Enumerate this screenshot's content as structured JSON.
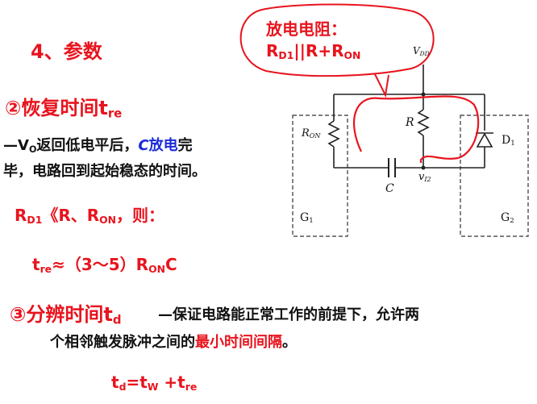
{
  "heading": "4、参数",
  "callout": {
    "line1": "放电电阻：",
    "line2_a": "R",
    "line2_sub1": "D1",
    "line2_b": "||R+R",
    "line2_sub2": "ON"
  },
  "recovery": {
    "title_a": "②恢复时间",
    "title_t": "t",
    "title_sub": "re",
    "desc1_a": "—V",
    "desc1_sub": "O",
    "desc1_b": "返回低电平后，",
    "desc1_c": "C",
    "desc1_d": "放电",
    "desc1_e": "完",
    "desc2": "毕，电路回到起始稳态的时间。",
    "cond_a": "R",
    "cond_sub1": "D1",
    "cond_b": "《R、R",
    "cond_sub2": "ON",
    "cond_c": "，则：",
    "formula_a": "t",
    "formula_sub1": "re",
    "formula_b": "≈（3～5）R",
    "formula_sub2": "ON",
    "formula_c": "C"
  },
  "resolution": {
    "title_a": "③分辨时间",
    "title_t": "t",
    "title_sub": "d",
    "desc1": "—保证电路能正常工作的前提下，允许两",
    "desc2_a": "个相邻触发脉冲之间的",
    "desc2_b": "最小时间间隔",
    "desc2_c": "。",
    "formula_a": "t",
    "formula_sub1": "d",
    "formula_b": "=t",
    "formula_sub2": "W",
    "formula_c": " +t",
    "formula_sub3": "re"
  },
  "circuit": {
    "vdd": "V",
    "vdd_sub": "DD",
    "ron": "R",
    "ron_sub": "ON",
    "r": "R",
    "d1": "D",
    "d1_sub": "1",
    "c": "C",
    "vi2": "v",
    "vi2_sub": "I2",
    "g1": "G",
    "g1_sub": "1",
    "g2": "G",
    "g2_sub": "2"
  },
  "colors": {
    "accent_red": "#e8141e",
    "text_blue": "#1a2bd8",
    "line": "#222222"
  }
}
